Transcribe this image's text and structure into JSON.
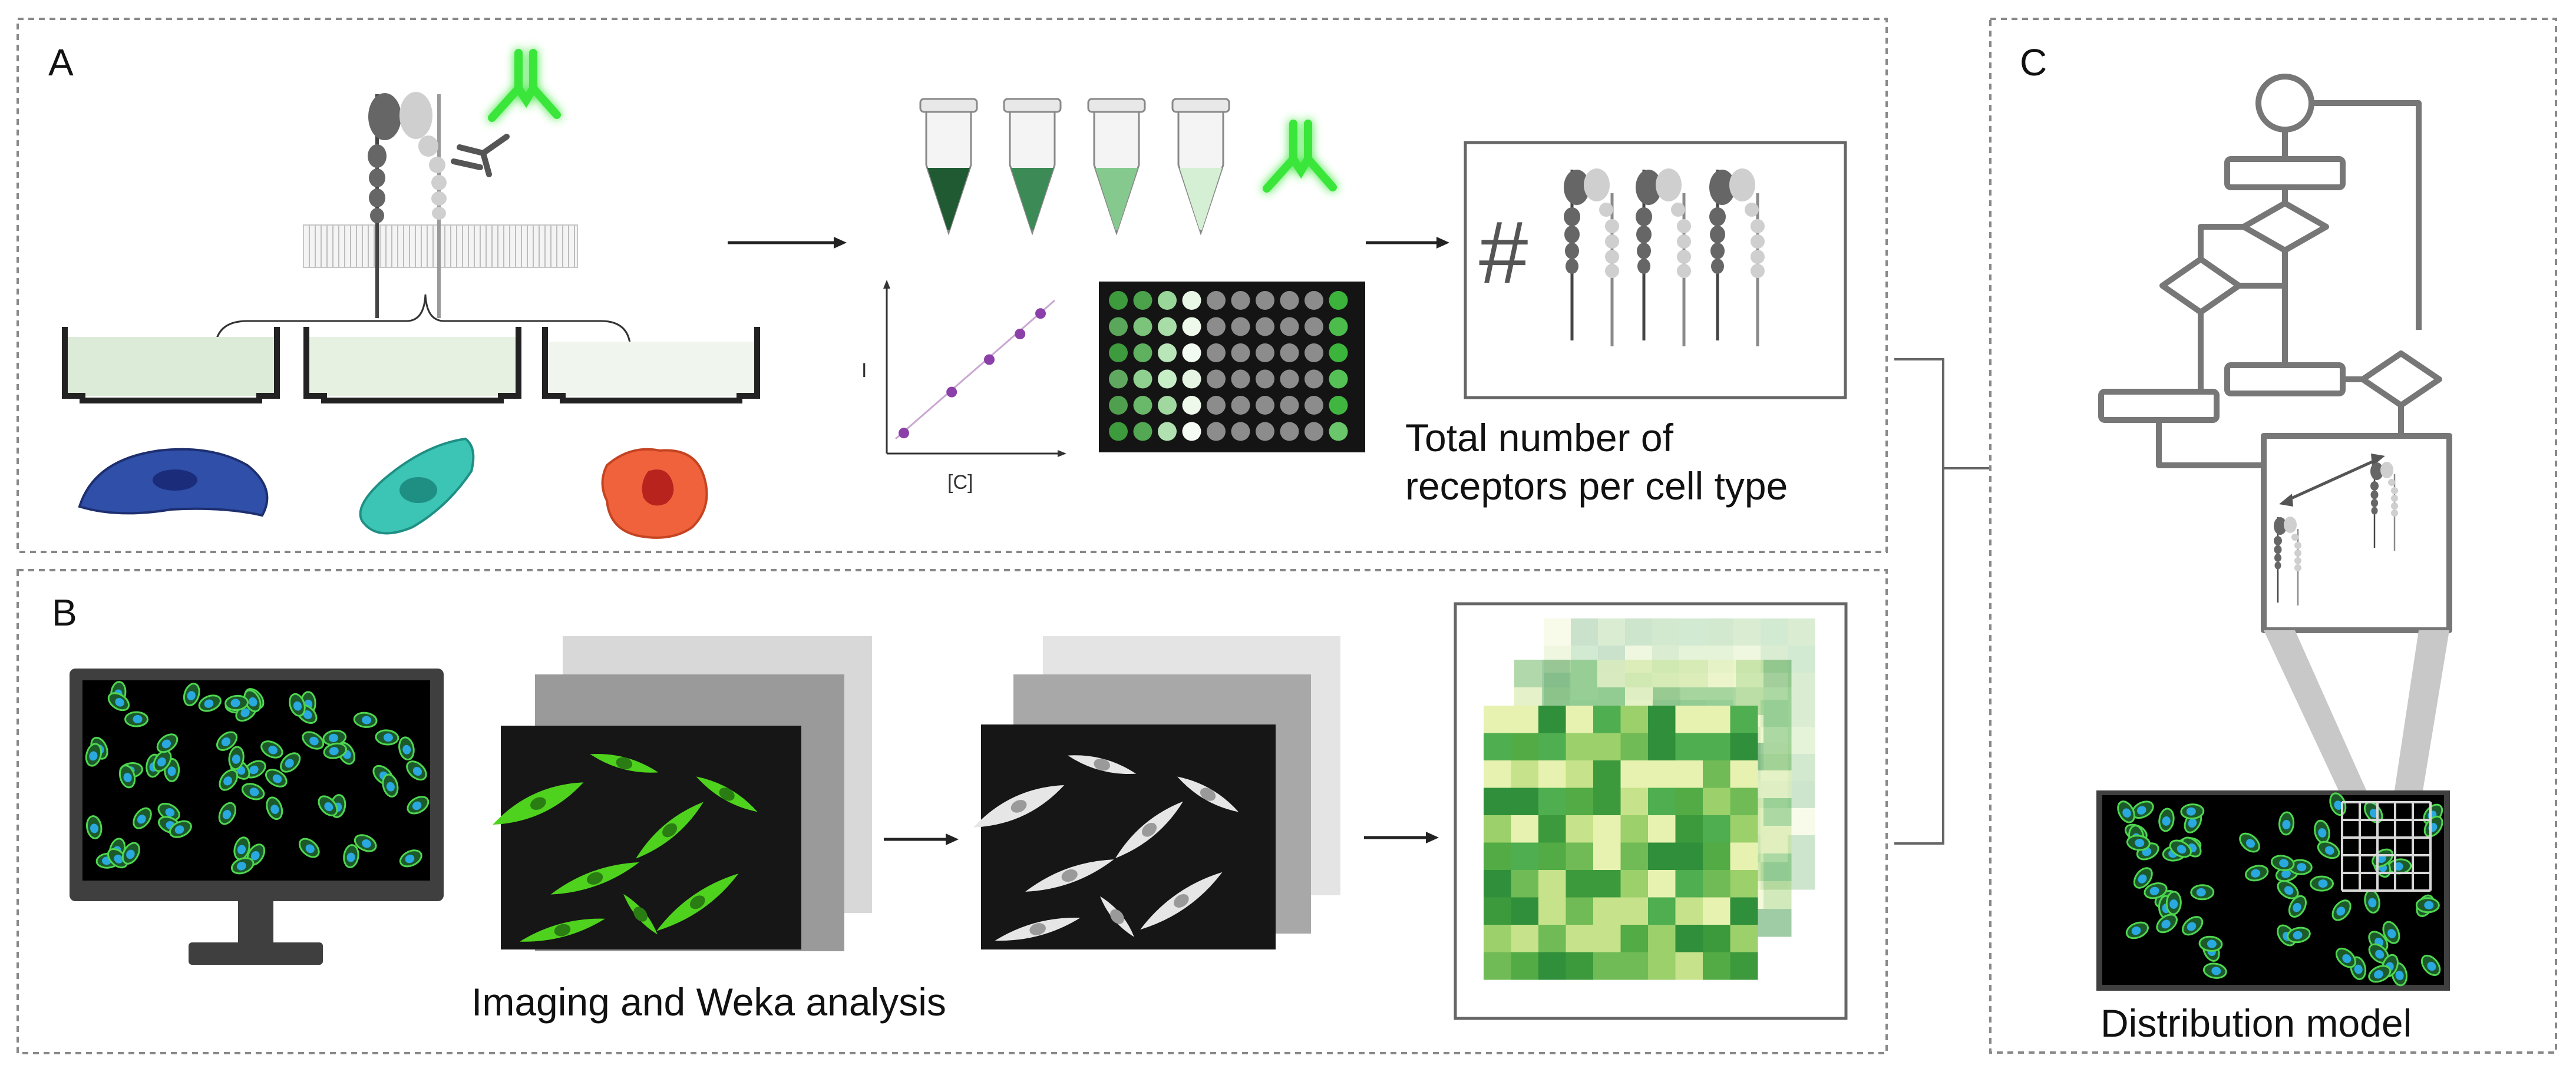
{
  "panels": {
    "a": {
      "label": "A",
      "caption_line1": "Total number of",
      "caption_line2": "receptors per cell type",
      "hash_symbol": "#",
      "axis_y": "I",
      "axis_x": "[C]"
    },
    "b": {
      "label": "B",
      "caption": "Imaging and Weka analysis"
    },
    "c": {
      "label": "C",
      "caption": "Distribution model"
    }
  },
  "colors": {
    "antibody_green": "#39e639",
    "receptor_dark": "#666666",
    "receptor_light": "#c8c8c8",
    "cell_blue": "#2f4fa8",
    "cell_teal": "#3cc4b4",
    "cell_red": "#f0623c",
    "plot_point": "#8b3fa8",
    "panel_border": "#888888"
  },
  "icons": [
    "antibody-icon",
    "receptor-icon",
    "membrane-icon",
    "culture-dish-icon",
    "cell-icon",
    "tube-icon",
    "well-plate-icon",
    "monitor-icon",
    "flowchart-icon"
  ],
  "standard_curve": {
    "points": [
      [
        0.1,
        0.12
      ],
      [
        0.38,
        0.36
      ],
      [
        0.6,
        0.55
      ],
      [
        0.78,
        0.7
      ],
      [
        0.9,
        0.82
      ]
    ]
  },
  "tube_fills": [
    "#1f5a32",
    "#3c8a55",
    "#86c98f",
    "#d4efd3"
  ],
  "plate": {
    "rows": 6,
    "cols": 10,
    "green_cols": {
      "0": [
        "#3d9a3d",
        "#5aa65a",
        "#3d9a3d",
        "#60a860",
        "#4f9f4f",
        "#3d9a3d"
      ],
      "1": [
        "#4ba24b",
        "#7cc37c",
        "#5fb05f",
        "#8fcf8f",
        "#6ab86a",
        "#53a853"
      ],
      "2": [
        "#99d699",
        "#a8dda8",
        "#b8e6b8",
        "#c7eec7",
        "#a0d8a0",
        "#b1e1b1"
      ],
      "3": [
        "#e9f7e6",
        "#eef9ec",
        "#f2fbf1",
        "#e6f5e3",
        "#eef9ec",
        "#f4fcf3"
      ],
      "9": [
        "#3cb43c",
        "#4cbc4c",
        "#3cb43c",
        "#55c055",
        "#40b640",
        "#6ac66a"
      ]
    }
  }
}
